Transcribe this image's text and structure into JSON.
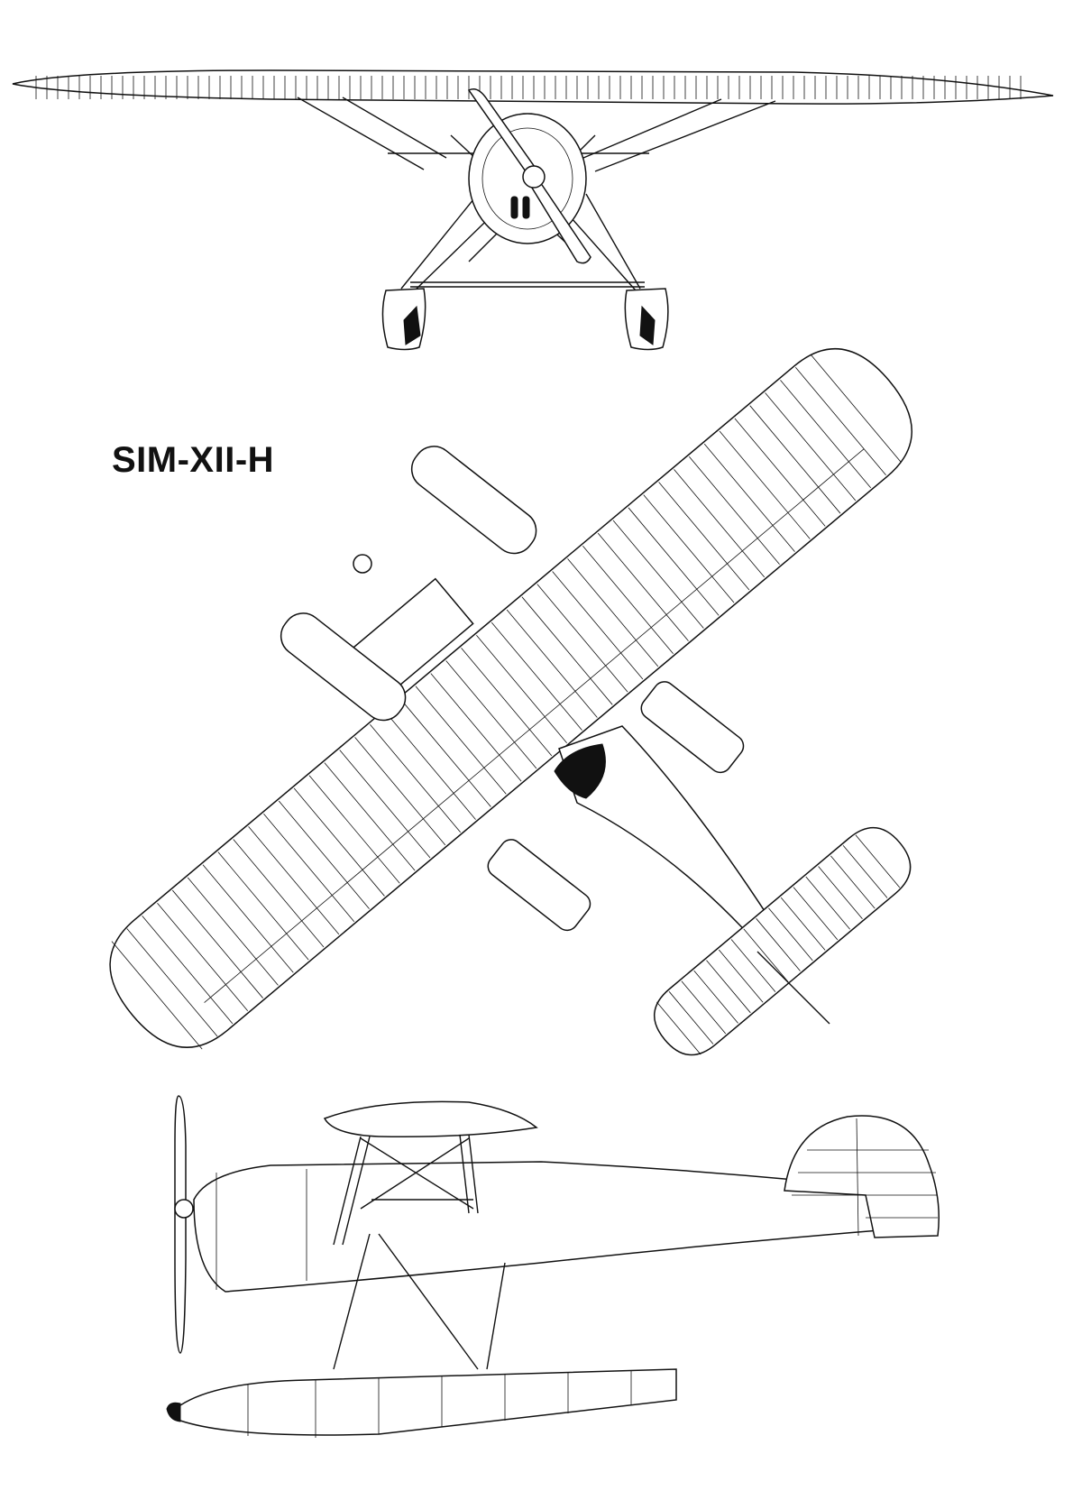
{
  "title": "SIM-XII-H",
  "views": [
    {
      "name": "front"
    },
    {
      "name": "top"
    },
    {
      "name": "side"
    }
  ],
  "colors": {
    "ink": "#111111",
    "paper": "#ffffff"
  }
}
